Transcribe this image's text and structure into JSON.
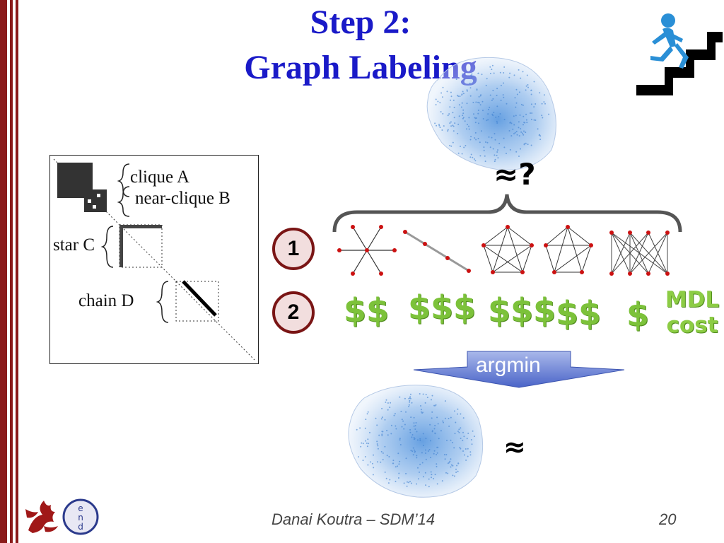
{
  "slide": {
    "title_line1": "Step 2:",
    "title_line2": "Graph Labeling"
  },
  "matrix_labels": {
    "clique": "clique A",
    "near_clique": "near-clique B",
    "star": "star C",
    "chain": "chain D"
  },
  "steps": {
    "step1": "1",
    "step2": "2"
  },
  "costs": [
    "$$",
    "$$$",
    "$$$",
    "$$",
    "$"
  ],
  "mdl": {
    "line1": "MDL",
    "line2": "cost"
  },
  "approx_top": "≈?",
  "argmin": "argmin",
  "approx_bottom": "≈",
  "footer": {
    "author": "Danai Koutra – SDM’14",
    "page": "20"
  },
  "colors": {
    "title": "#1a1ac8",
    "side_bar": "#8b1a1a",
    "circle_border": "#7a1515",
    "cost_green": "#7cc23a",
    "node_red": "#cc1111",
    "graph_blue": "#6fa3e0"
  },
  "icons": {
    "runner": "stairs-runner-icon",
    "logo_dragon": "dragon-logo-icon",
    "logo_end": "end-logo-icon"
  }
}
